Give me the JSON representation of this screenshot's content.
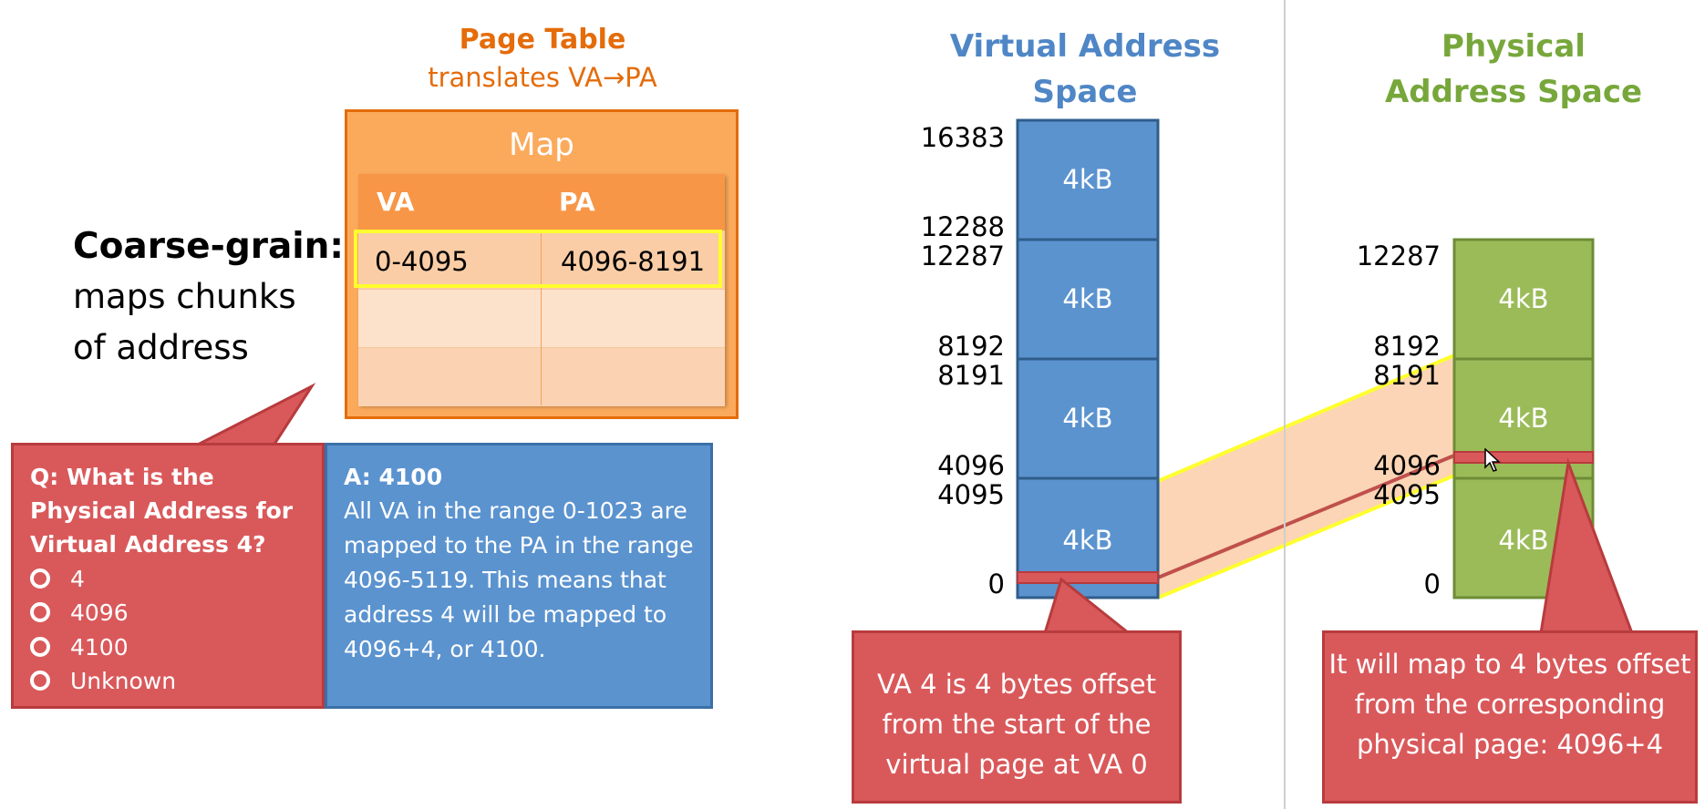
{
  "page_table": {
    "title": "Page Table",
    "subtitle": "translates VA→PA",
    "map_label": "Map",
    "col_va": "VA",
    "col_pa": "PA",
    "rows": [
      {
        "va": "0-4095",
        "pa": "4096-8191"
      },
      {
        "va": "",
        "pa": ""
      },
      {
        "va": "",
        "pa": ""
      }
    ]
  },
  "coarse_grain": {
    "title": "Coarse-grain:",
    "line1": "maps chunks",
    "line2": "of address"
  },
  "question": {
    "text": "Q: What is the Physical Address for Virtual Address 4?",
    "options": [
      "4",
      "4096",
      "4100",
      "Unknown"
    ]
  },
  "answer": {
    "title": "A: 4100",
    "body": "All VA in the range 0-1023 are mapped to the PA in the range 4096-5119. This means that address 4 will be mapped to 4096+4, or 4100."
  },
  "virtual_space": {
    "title": "Virtual Address Space",
    "page_label": "4kB",
    "labels": [
      "16383",
      "12288",
      "12287",
      "8192",
      "8191",
      "4096",
      "4095",
      "0"
    ]
  },
  "physical_space": {
    "title": "Physical Address Space",
    "page_label": "4kB",
    "labels": [
      "12287",
      "8192",
      "8191",
      "4096",
      "4095",
      "0"
    ]
  },
  "callouts": {
    "va": "VA 4 is 4 bytes offset from the start of the virtual page at VA 0",
    "pa": "It will map to 4 bytes offset from the corresponding physical page: 4096+4"
  },
  "colors": {
    "orange": "#e46c0a",
    "blue": "#4f81bd",
    "green": "#9bbb59",
    "red": "#d9595b",
    "yellow": "#ffff2e"
  }
}
